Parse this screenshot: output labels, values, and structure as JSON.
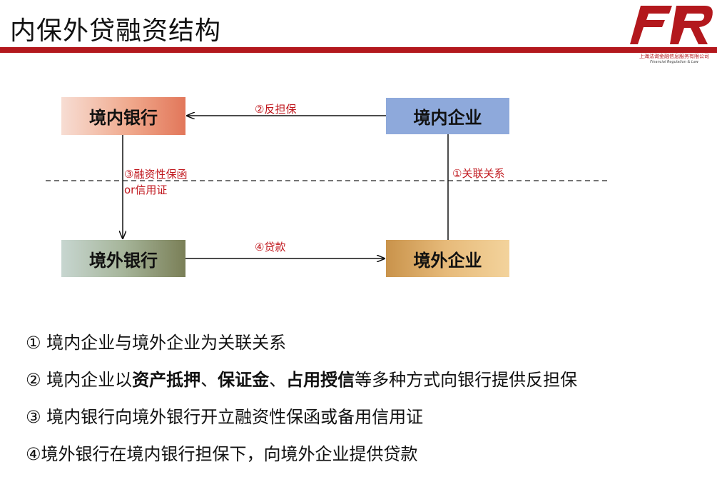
{
  "title": "内保外贷融资结构",
  "logo": {
    "mark": "FR",
    "company": "上海法询金融信息服务有限公司",
    "tagline": "Financial Regulation & Law"
  },
  "colors": {
    "brand_red": "#b3181d",
    "label_red": "#c0161c",
    "domestic_enterprise": "#8ea9db"
  },
  "nodes": {
    "domestic_bank": "境内银行",
    "domestic_enterprise": "境内企业",
    "overseas_bank": "境外银行",
    "overseas_enterprise": "境外企业"
  },
  "edges": {
    "counter_guarantee": "②反担保",
    "related_party": "①关联关系",
    "guarantee_line1": "③融资性保函",
    "guarantee_line2": "or信用证",
    "loan": "④贷款"
  },
  "notes": {
    "n1": "① 境内企业与境外企业为关联关系",
    "n2_prefix": "② 境内企业以",
    "n2_b1": "资产抵押",
    "n2_sep1": "、",
    "n2_b2": "保证金",
    "n2_sep2": "、",
    "n2_b3": "占用授信",
    "n2_suffix": "等多种方式向银行提供反担保",
    "n3": "③ 境内银行向境外银行开立融资性保函或备用信用证",
    "n4": "④境外银行在境内银行担保下，向境外企业提供贷款"
  }
}
